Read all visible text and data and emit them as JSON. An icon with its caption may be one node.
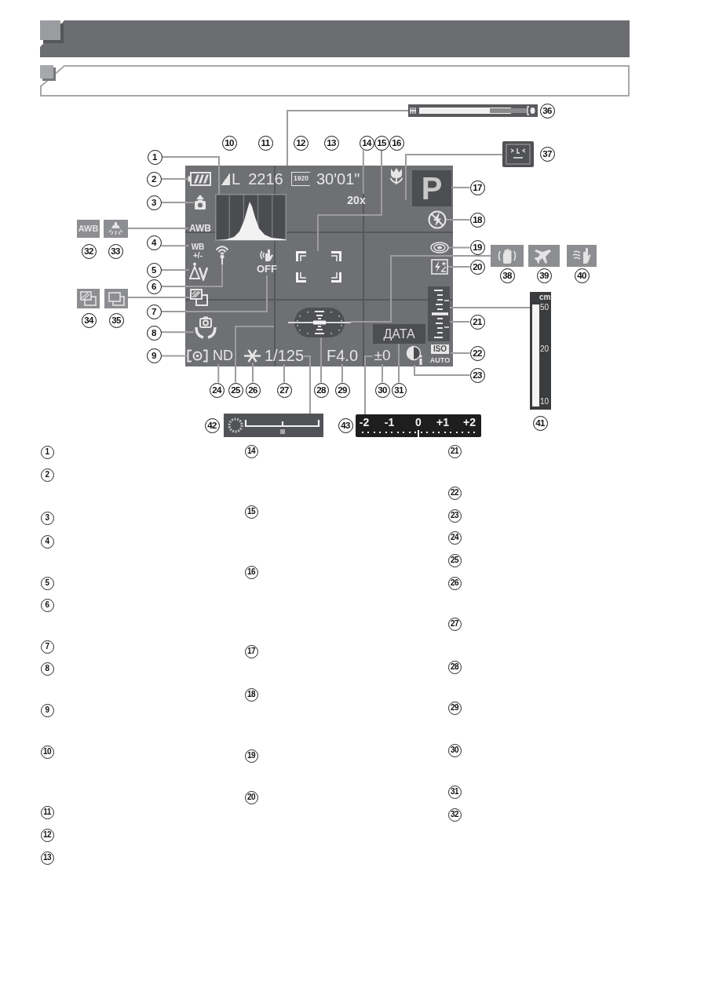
{
  "diagram": {
    "nodes": [
      {
        "text": [],
        "shape": "bar"
      },
      {
        "text": [],
        "shape": "picture"
      },
      {
        "text": [],
        "shape": "box"
      },
      {
        "text": [
          "L"
        ],
        "in": 2
      },
      {
        "text": [
          "2216"
        ],
        "in": 2
      },
      {
        "text": [
          "1920"
        ],
        "in": 2
      },
      {
        "text": [
          "30'01\""
        ],
        "in": 2
      },
      {
        "text": [
          "20x"
        ],
        "in": 2
      },
      {
        "text": [],
        "shape": "picture",
        "in": 2
      },
      {
        "text": [
          "P"
        ],
        "in": 2
      },
      {
        "text": [],
        "shape": "picture",
        "in": 2
      },
      {
        "text": [],
        "shape": "picture",
        "in": 2
      },
      {
        "text": [],
        "shape": "picture",
        "in": 2
      },
      {
        "text": [
          "AWB"
        ],
        "in": 2
      },
      {
        "text": [
          "WB +/-"
        ],
        "in": 2
      },
      {
        "text": [],
        "shape": "picture",
        "in": 2
      },
      {
        "text": [],
        "shape": "picture",
        "in": 2
      },
      {
        "text": [],
        "shape": "picture",
        "in": 2
      },
      {
        "text": [
          "OFF"
        ],
        "in": 2
      },
      {
        "text": [],
        "shape": "picture",
        "in": 2
      },
      {
        "text": [],
        "shape": "picture",
        "in": 2
      },
      {
        "text": [],
        "shape": "picture",
        "in": 2
      },
      {
        "text": [],
        "shape": "picture",
        "in": 2
      },
      {
        "text": [],
        "shape": "picture",
        "in": 2
      },
      {
        "text": [],
        "shape": "picture",
        "in": 2
      },
      {
        "text": [],
        "shape": "picture",
        "in": 2
      },
      {
        "text": [],
        "shape": "picture",
        "in": 2
      },
      {
        "text": [
          "ДАТА"
        ],
        "in": 2
      },
      {
        "text": [],
        "shape": "picture",
        "in": 2
      },
      {
        "text": [
          "ND"
        ],
        "in": 2
      },
      {
        "text": [],
        "shape": "picture",
        "in": 2
      },
      {
        "text": [
          "1/125"
        ],
        "in": 2
      },
      {
        "text": [
          "F4.0"
        ],
        "in": 2
      },
      {
        "text": [
          "±0"
        ],
        "in": 2
      },
      {
        "text": [
          "ISO",
          "AUTO"
        ],
        "in": 2
      },
      {
        "text": [],
        "shape": "picture",
        "in": 2
      },
      {
        "text": [
          "AWB"
        ]
      },
      {
        "text": [],
        "shape": "picture"
      },
      {
        "text": [],
        "shape": "picture"
      },
      {
        "text": [],
        "shape": "picture"
      },
      {
        "text": [],
        "shape": "picture"
      },
      {
        "text": [],
        "shape": "picture"
      },
      {
        "text": [],
        "shape": "picture"
      },
      {
        "text": [
          "cm",
          "50",
          "20",
          "10"
        ]
      },
      {
        "text": [],
        "shape": "bar"
      },
      {
        "text": [
          "-2",
          "-1",
          "0",
          "+1",
          "+2"
        ]
      },
      {
        "text": [
          "1"
        ]
      },
      {
        "text": [
          "2"
        ]
      },
      {
        "text": [
          "3"
        ]
      },
      {
        "text": [
          "4"
        ]
      },
      {
        "text": [
          "5"
        ]
      },
      {
        "text": [
          "6"
        ]
      },
      {
        "text": [
          "7"
        ]
      },
      {
        "text": [
          "8"
        ]
      },
      {
        "text": [
          "9"
        ]
      },
      {
        "text": [
          "14"
        ]
      },
      {
        "text": [
          "15"
        ]
      },
      {
        "text": [
          "17"
        ]
      },
      {
        "text": [
          "18"
        ]
      },
      {
        "text": [
          "19"
        ]
      },
      {
        "text": [
          "20"
        ]
      },
      {
        "text": [
          "21"
        ]
      },
      {
        "text": [
          "22"
        ]
      },
      {
        "text": [
          "23"
        ]
      },
      {
        "text": [
          "24"
        ]
      },
      {
        "text": [
          "25"
        ]
      },
      {
        "text": [
          "26"
        ]
      },
      {
        "text": [
          "27"
        ]
      },
      {
        "text": [
          "28"
        ]
      },
      {
        "text": [
          "29"
        ]
      },
      {
        "text": [
          "30"
        ]
      },
      {
        "text": [
          "31"
        ]
      },
      {
        "text": [
          "36"
        ]
      },
      {
        "text": [
          "37"
        ]
      },
      {
        "text": [
          "10"
        ]
      },
      {
        "text": [
          "11"
        ]
      },
      {
        "text": [
          "12"
        ]
      },
      {
        "text": [
          "13"
        ]
      },
      {
        "text": [
          "16"
        ]
      },
      {
        "text": [
          "32"
        ]
      },
      {
        "text": [
          "33"
        ]
      },
      {
        "text": [
          "34"
        ]
      },
      {
        "text": [
          "35"
        ]
      },
      {
        "text": [
          "38"
        ]
      },
      {
        "text": [
          "39"
        ]
      },
      {
        "text": [
          "40"
        ]
      },
      {
        "text": [
          "41"
        ]
      },
      {
        "text": [
          "42"
        ]
      },
      {
        "text": [
          "43"
        ]
      }
    ],
    "edges": [
      {
        "from": 46,
        "to": 11,
        "arrow": "none"
      },
      {
        "from": 47,
        "to": 10,
        "arrow": "none"
      },
      {
        "from": 48,
        "to": 12,
        "arrow": "none"
      },
      {
        "from": 49,
        "to": 14,
        "arrow": "none"
      },
      {
        "from": 50,
        "to": 19,
        "arrow": "none"
      },
      {
        "from": 51,
        "to": 17,
        "arrow": "none"
      },
      {
        "from": 52,
        "to": 18,
        "arrow": "none"
      },
      {
        "from": 53,
        "to": 24,
        "arrow": "none"
      },
      {
        "from": 54,
        "to": 28,
        "arrow": "none"
      },
      {
        "from": 55,
        "to": 7,
        "arrow": "none"
      },
      {
        "from": 56,
        "to": 16,
        "arrow": "none"
      },
      {
        "from": 57,
        "to": 9,
        "arrow": "none"
      },
      {
        "from": 58,
        "to": 15,
        "arrow": "none"
      },
      {
        "from": 59,
        "to": 20,
        "arrow": "none"
      },
      {
        "from": 60,
        "to": 22,
        "arrow": "none"
      },
      {
        "from": 61,
        "to": 23,
        "arrow": "none"
      },
      {
        "from": 62,
        "to": 34,
        "arrow": "none"
      },
      {
        "from": 63,
        "to": 35,
        "arrow": "none"
      },
      {
        "from": 64,
        "to": 29,
        "arrow": "none"
      },
      {
        "from": 65,
        "to": 25,
        "arrow": "none"
      },
      {
        "from": 66,
        "to": 30,
        "arrow": "none"
      },
      {
        "from": 67,
        "to": 31,
        "arrow": "none"
      },
      {
        "from": 68,
        "to": 26,
        "arrow": "none"
      },
      {
        "from": 69,
        "to": 32,
        "arrow": "none"
      },
      {
        "from": 70,
        "to": 33,
        "arrow": "none"
      },
      {
        "from": 71,
        "to": 27,
        "arrow": "none"
      },
      {
        "from": 0,
        "to": 2,
        "arrow": "none"
      },
      {
        "from": 1,
        "to": 2,
        "arrow": "none"
      },
      {
        "from": 37,
        "to": 13,
        "arrow": "none"
      },
      {
        "from": 39,
        "to": 21,
        "arrow": "none"
      },
      {
        "from": 40,
        "to": 26,
        "arrow": "none"
      },
      {
        "from": 43,
        "to": 23,
        "arrow": "none"
      },
      {
        "from": 44,
        "to": 31,
        "arrow": "none"
      },
      {
        "from": 45,
        "to": 33,
        "arrow": "none"
      }
    ],
    "labels": [
      "1",
      "2",
      "3",
      "4",
      "5",
      "6",
      "7",
      "8",
      "9",
      "10",
      "11",
      "12",
      "13",
      "14",
      "15",
      "16",
      "17",
      "18",
      "19",
      "20",
      "21",
      "22",
      "23",
      "24",
      "25",
      "26",
      "27",
      "28",
      "29",
      "30",
      "31",
      "32"
    ]
  }
}
